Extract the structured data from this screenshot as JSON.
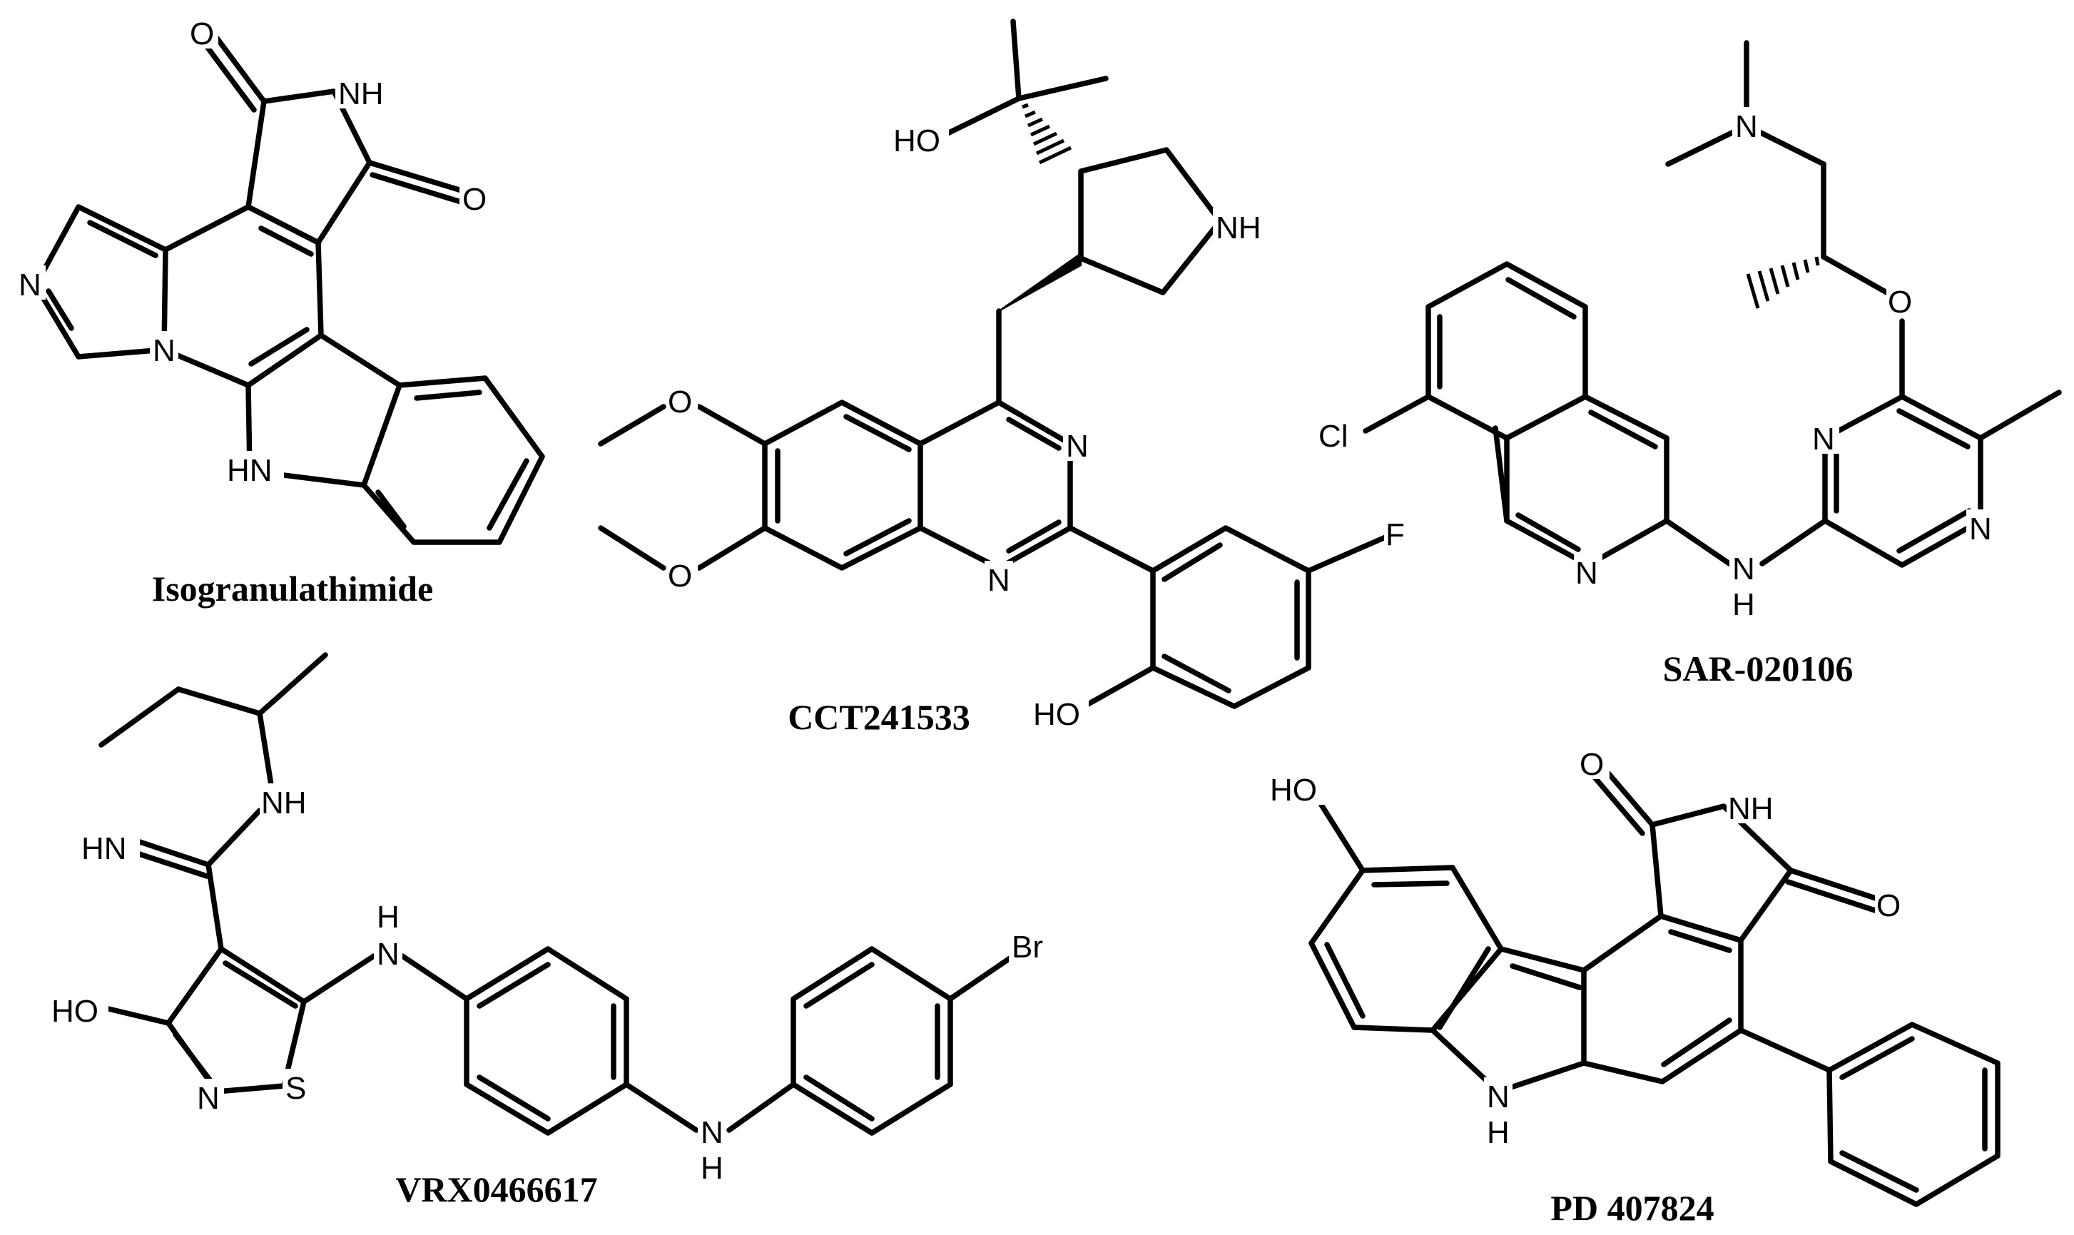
{
  "figure": {
    "background": "#ffffff",
    "ink": "#000000",
    "compounds": [
      {
        "id": "isogranulathimide",
        "name": "Isogranulathimide",
        "atoms": {
          "o1": "O",
          "nh1": "NH",
          "o2": "O",
          "n1": "N",
          "n2": "N",
          "hn1": "HN"
        }
      },
      {
        "id": "cct241533",
        "name": "CCT241533",
        "atoms": {
          "ho1": "HO",
          "nh1": "NH",
          "o1": "O",
          "o2": "O",
          "n1": "N",
          "n2": "N",
          "f1": "F",
          "ho2": "HO"
        }
      },
      {
        "id": "sar020106",
        "name": "SAR-020106",
        "atoms": {
          "n1": "N",
          "o1": "O",
          "cl1": "Cl",
          "n2": "N",
          "n3": "N",
          "n4": "N",
          "n5": "N",
          "h1": "H"
        }
      },
      {
        "id": "vrx0466617",
        "name": "VRX0466617",
        "atoms": {
          "nh1": "NH",
          "hn1": "HN",
          "h1": "H",
          "n1": "N",
          "br1": "Br",
          "ho1": "HO",
          "n2": "N",
          "s1": "S",
          "n3": "N",
          "h2": "H"
        }
      },
      {
        "id": "pd407824",
        "name": "PD 407824",
        "atoms": {
          "ho1": "HO",
          "o1": "O",
          "nh1": "NH",
          "o2": "O",
          "n1": "N",
          "h1": "H"
        }
      }
    ]
  }
}
